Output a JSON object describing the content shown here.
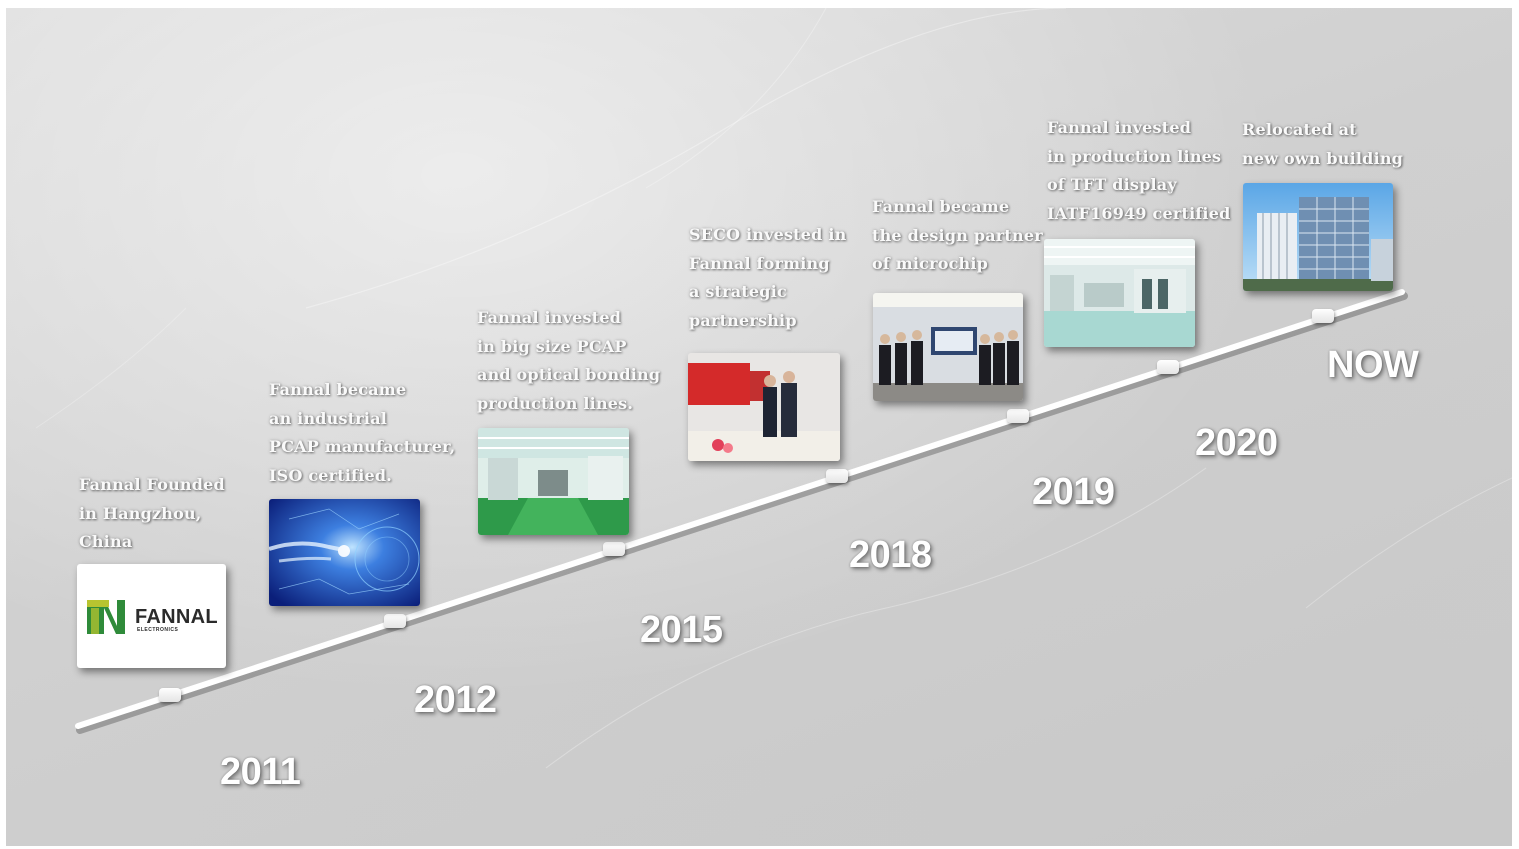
{
  "milestones": [
    {
      "year": "2011",
      "lines": [
        "Fannal Founded",
        "in Hangzhou,",
        "China"
      ],
      "image": "fannal-logo"
    },
    {
      "year": "2012",
      "lines": [
        "Fannal became",
        "an industrial",
        "PCAP manufacturer,",
        "ISO certified."
      ],
      "image": "tech-hand-globe"
    },
    {
      "year": "2015",
      "lines": [
        "Fannal invested",
        "in big size PCAP",
        "and optical bonding",
        "production lines."
      ],
      "image": "cleanroom-production"
    },
    {
      "year": "2018",
      "lines": [
        "SECO invested in",
        "Fannal forming",
        "a strategic",
        "partnership"
      ],
      "image": "signing-ceremony"
    },
    {
      "year": "2019",
      "lines": [
        "Fannal became",
        "the design partner",
        "of microchip"
      ],
      "image": "team-photo"
    },
    {
      "year": "2020",
      "lines": [
        "Fannal invested",
        "in production lines",
        "of TFT display",
        "IATF16949 certified"
      ],
      "image": "factory-floor"
    },
    {
      "year": "NOW",
      "lines": [
        "Relocated at",
        "new own building"
      ],
      "image": "office-building"
    }
  ],
  "logo": {
    "word": "FANNAL",
    "sub": "ELECTRONICS"
  },
  "colors": {
    "line": "#ffffff",
    "logo_green": "#2f8b3a",
    "logo_lime": "#b8c430"
  }
}
